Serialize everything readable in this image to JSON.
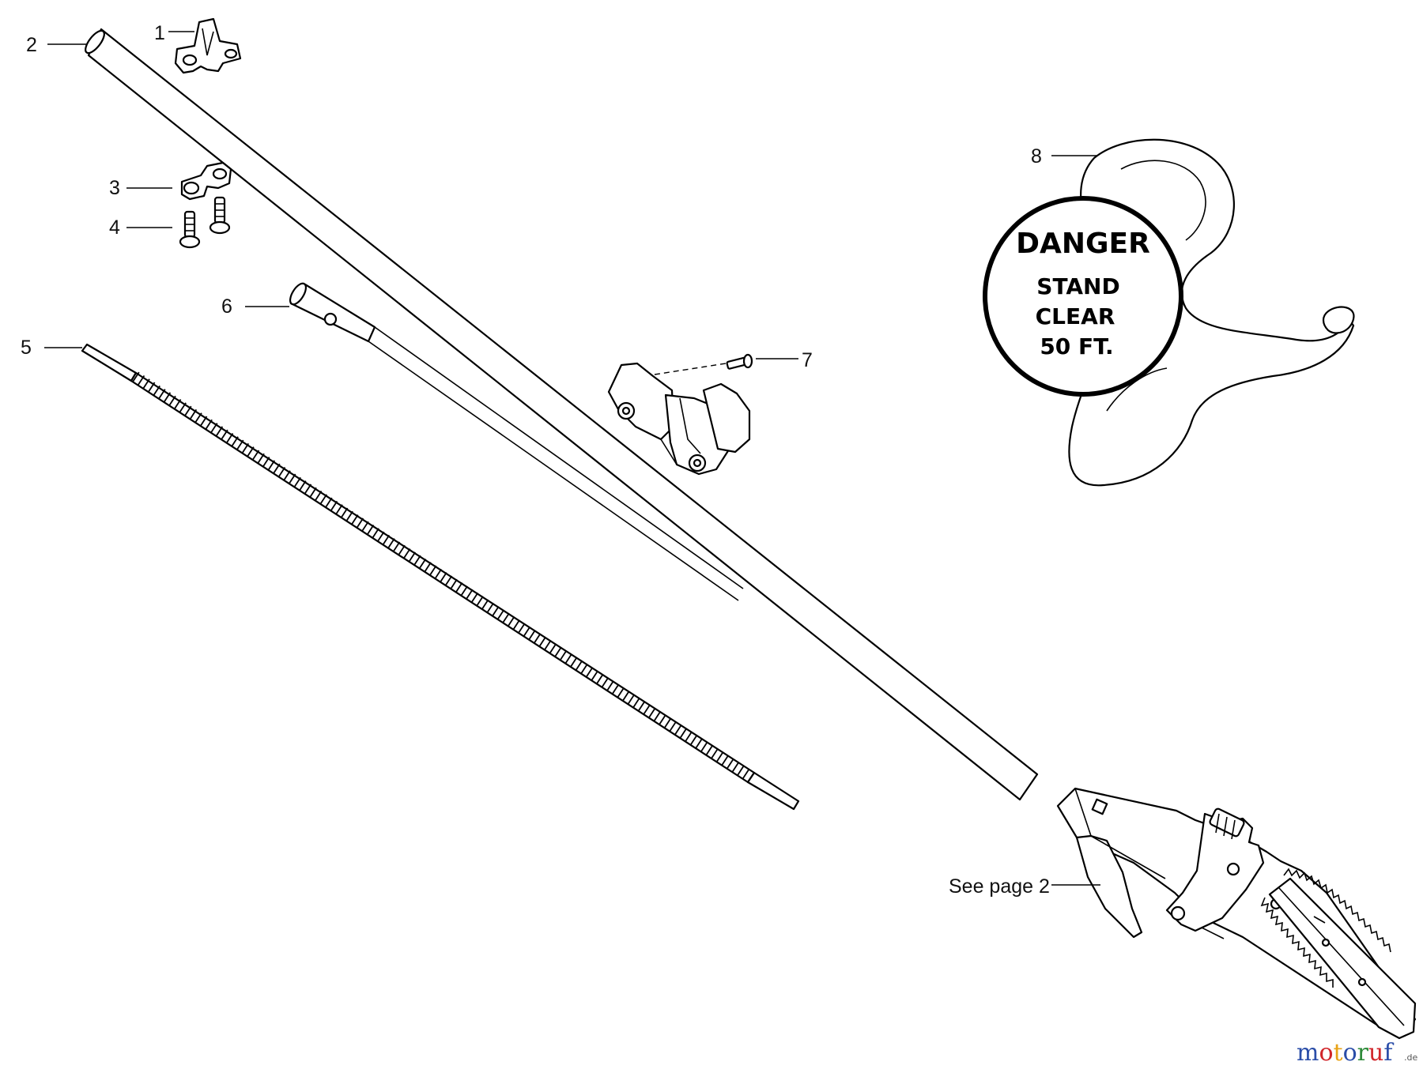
{
  "callouts": [
    {
      "id": "1",
      "text": "1"
    },
    {
      "id": "2",
      "text": "2"
    },
    {
      "id": "3",
      "text": "3"
    },
    {
      "id": "4",
      "text": "4"
    },
    {
      "id": "5",
      "text": "5"
    },
    {
      "id": "6",
      "text": "6"
    },
    {
      "id": "7",
      "text": "7"
    },
    {
      "id": "8",
      "text": "8"
    }
  ],
  "see_page_label": "See page 2",
  "danger_tag": {
    "title": "DANGER",
    "line1": "STAND",
    "line2": "CLEAR",
    "line3": "50 FT."
  },
  "watermark": {
    "brand": "motoruf",
    "suffix": ".de",
    "colors": [
      "#2a4da8",
      "#d1262b",
      "#e8a317",
      "#2a4da8",
      "#2e8b3a",
      "#d1262b",
      "#2a4da8"
    ]
  }
}
